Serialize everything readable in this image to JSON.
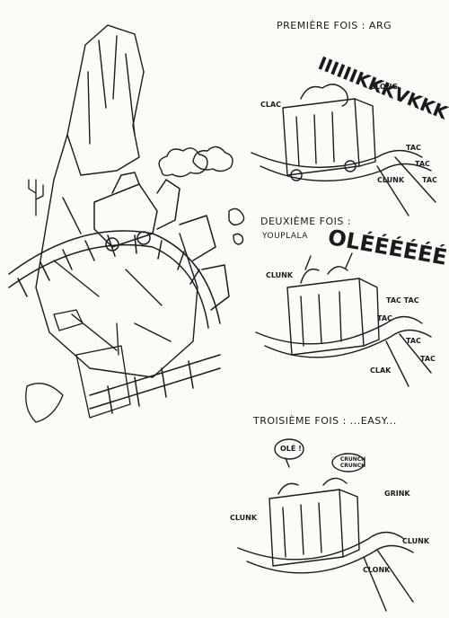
{
  "panels": {
    "first": {
      "caption": "PREMIÈRE FOIS : ARG",
      "scream": "IIIIIIKKKVKKK",
      "sfx": [
        "CLAC",
        "BLONG",
        "TAC",
        "TAC",
        "TAC",
        "CLUNK"
      ]
    },
    "second": {
      "caption": "DEUXIÈME FOIS :",
      "subcaption": "YOUPLALA",
      "shout": "OLÉÉÉÉÉÉ",
      "sfx": [
        "CLUNK",
        "TAC TAC",
        "TAC",
        "TAC",
        "TAC",
        "CLAK"
      ]
    },
    "third": {
      "caption": "TROISIÈME FOIS : ...EASY...",
      "bubble_left": "OLÉ !",
      "bubble_right": "CRUNCH CRUNCH",
      "sfx": [
        "CLUNK",
        "GRINK",
        "CLUNK",
        "CLONK"
      ]
    }
  }
}
